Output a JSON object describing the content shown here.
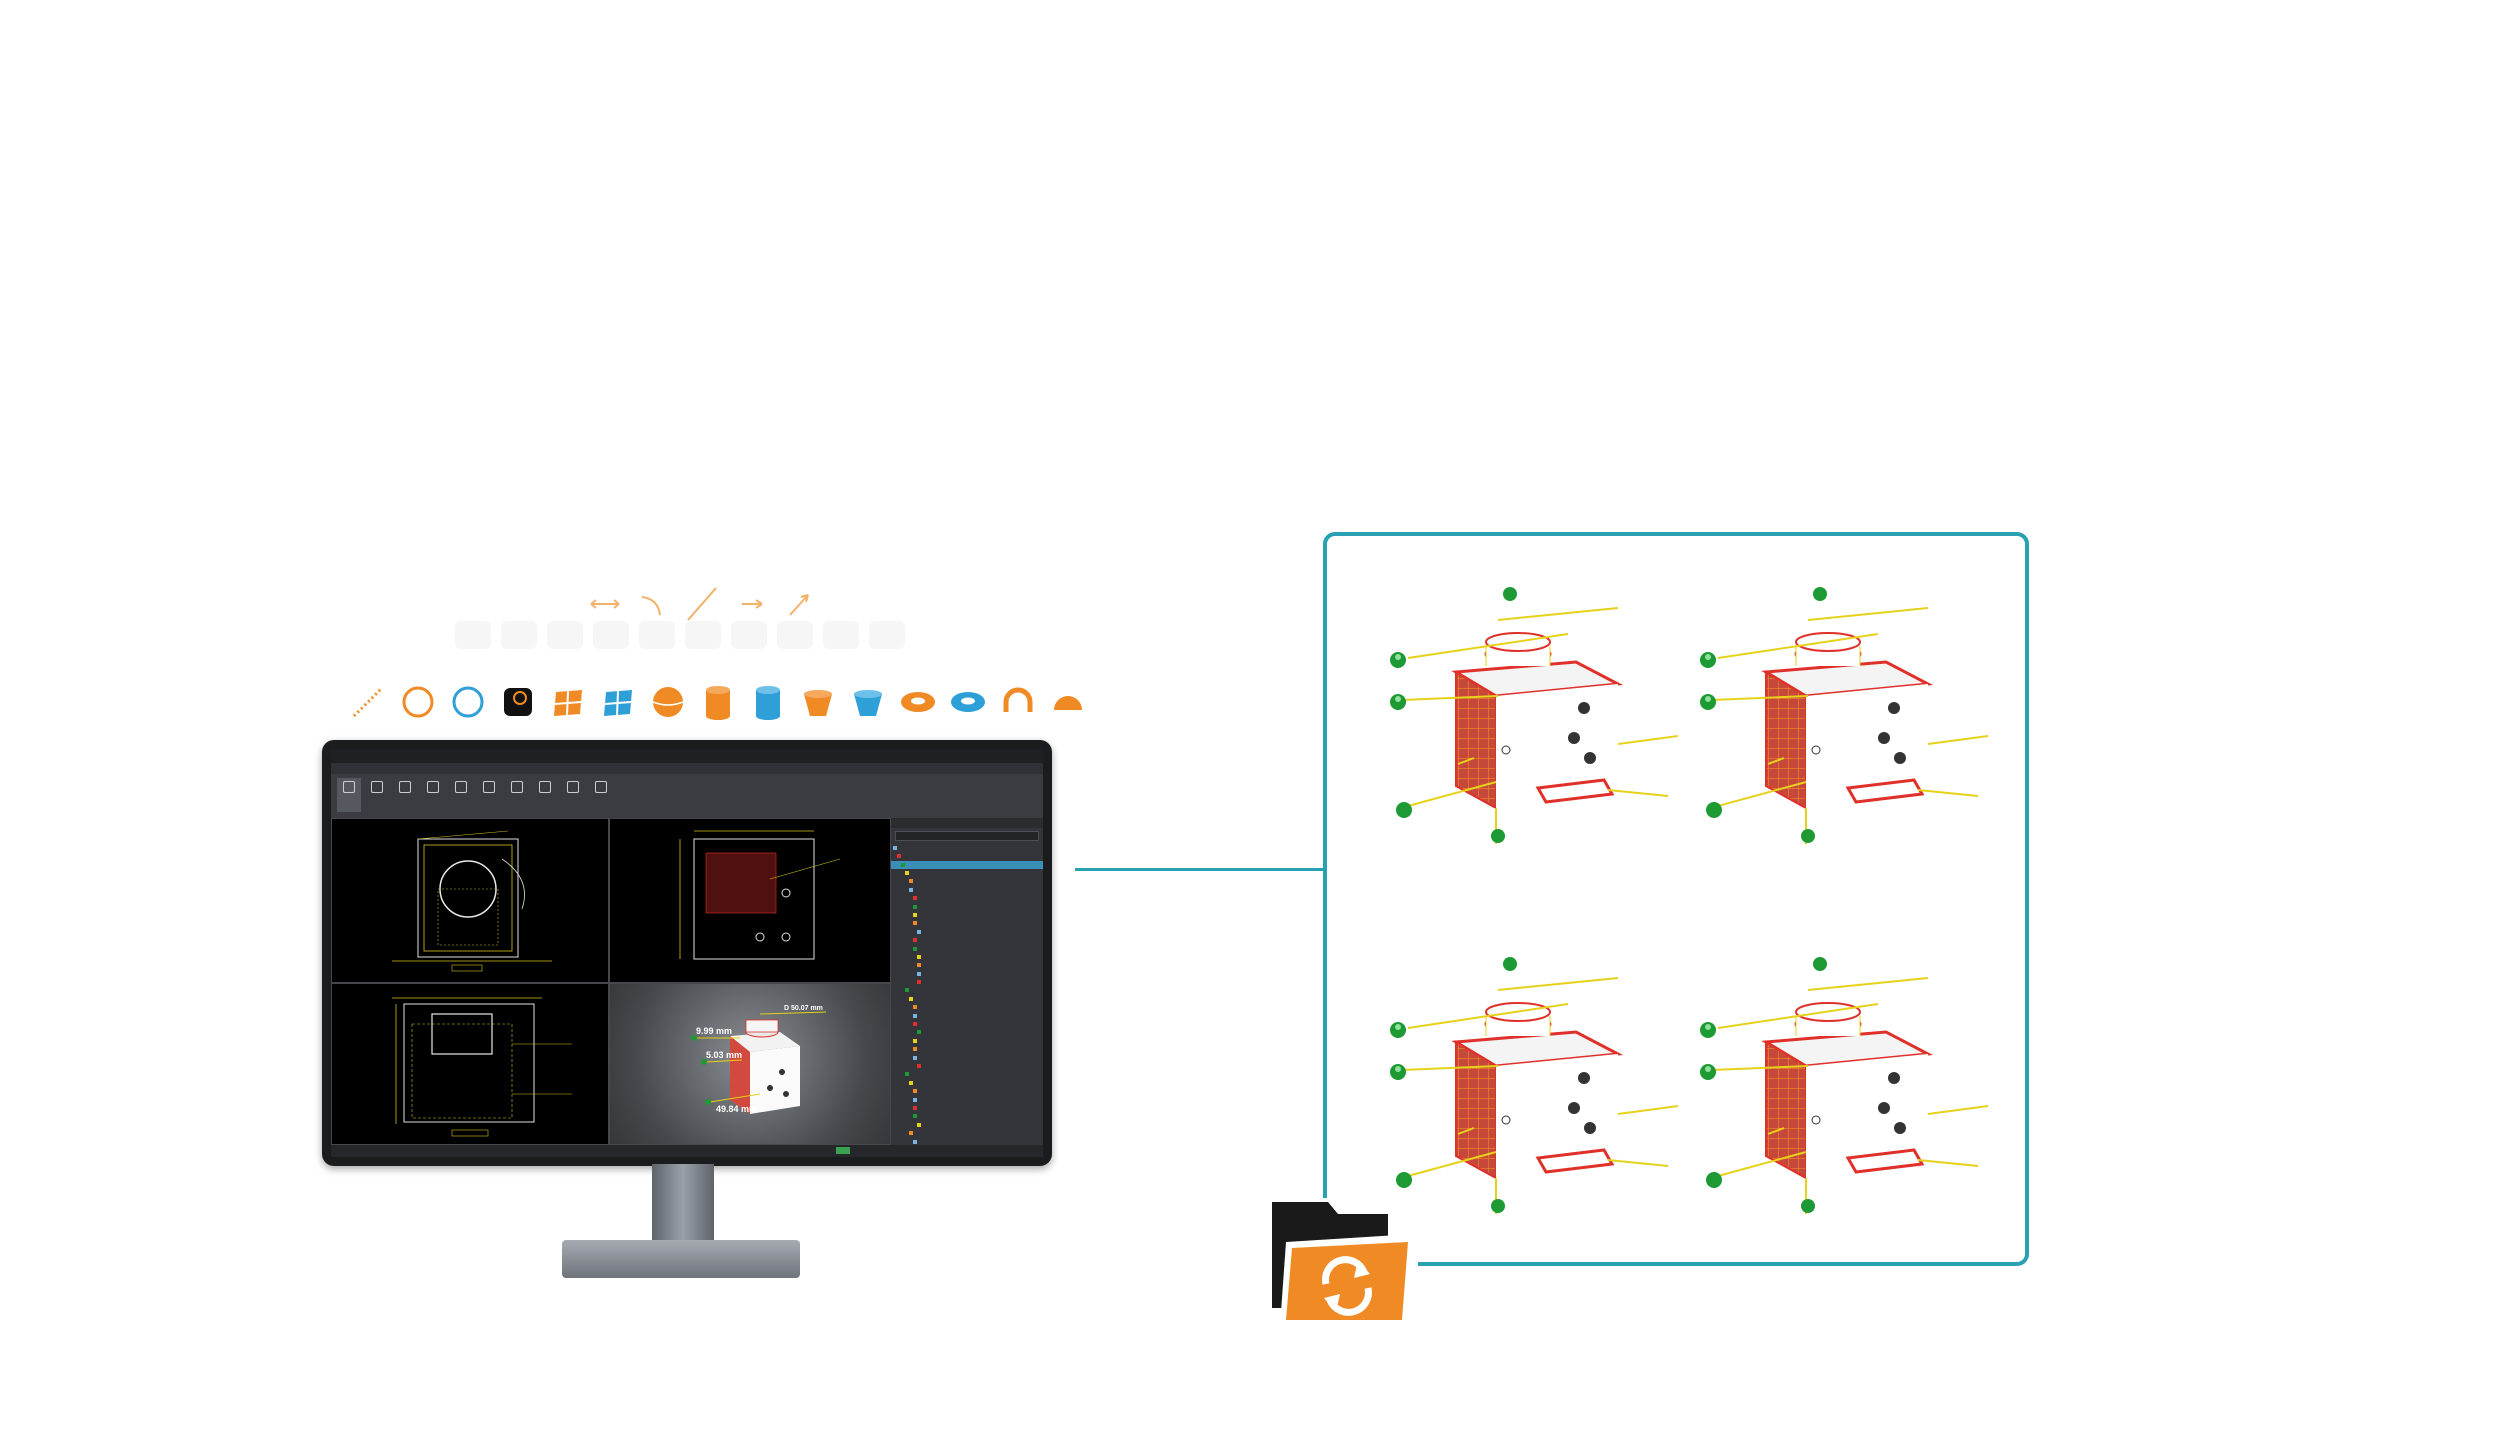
{
  "colors": {
    "accent_orange": "#f08a24",
    "accent_blue": "#2f9fd8",
    "frame_teal": "#2aa1b2",
    "app_selection": "#3a8fb7",
    "measure_yellow": "#e6d21a",
    "part_red": "#e0302a",
    "sphere_green": "#1e9a34"
  },
  "icons": {
    "measure_row": [
      "dimension-arrow-icon",
      "arc-measure-icon",
      "diagonal-line-icon",
      "point-to-point-arrow-icon",
      "distance-arrow-icon"
    ],
    "shape_row": [
      "line-icon",
      "circle-orange-icon",
      "circle-blue-icon",
      "reload-square-icon",
      "plane-orange-icon",
      "plane-blue-icon",
      "sphere-icon",
      "cylinder-orange-icon",
      "cylinder-blue-icon",
      "cone-orange-icon",
      "cone-blue-icon",
      "torus-orange-icon",
      "torus-blue-icon",
      "slot-icon",
      "half-dome-icon"
    ]
  },
  "app": {
    "window_title": "",
    "menu_items": [
      "",
      "",
      "",
      "",
      "",
      "",
      "",
      "",
      "",
      "",
      "",
      "",
      "",
      "",
      "",
      "",
      "",
      "",
      "",
      "",
      ""
    ],
    "ribbon_buttons": [
      "",
      "",
      "",
      "",
      "",
      "",
      "",
      "",
      "",
      ""
    ],
    "viewport_titles": [
      "",
      "",
      "",
      ""
    ],
    "tree_header": "",
    "tree_rows": [
      "",
      "",
      "",
      "",
      "",
      "",
      "",
      "",
      "",
      "",
      "",
      "",
      "",
      "",
      "",
      "",
      "",
      "",
      "",
      "",
      "",
      "",
      "",
      "",
      "",
      "",
      "",
      "",
      "",
      "",
      "",
      "",
      "",
      "",
      "",
      "",
      ""
    ]
  },
  "measurements": {
    "label_a": "9.99 mm",
    "label_b": "5.03 mm",
    "label_c": "49.84 mm",
    "label_d": "D 50.07 mm"
  },
  "folder": {
    "icon": "folder-sync-icon"
  }
}
